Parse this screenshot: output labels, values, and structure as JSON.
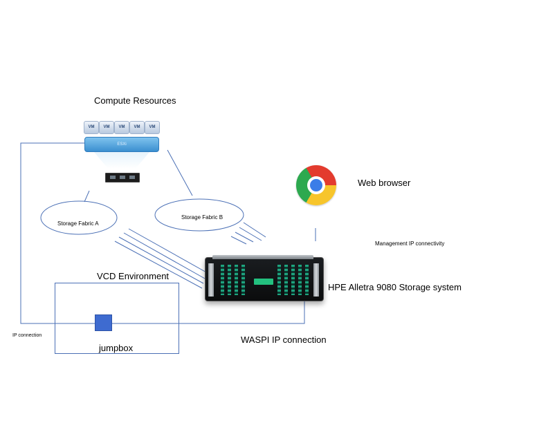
{
  "compute": {
    "title": "Compute Resources",
    "vms": [
      "VM",
      "VM",
      "VM",
      "VM",
      "VM"
    ],
    "host_label": "ESXi"
  },
  "fabrics": {
    "a": "Storage Fabric A",
    "b": "Storage Fabric B"
  },
  "browser": {
    "label": "Web browser",
    "icon": "chrome-icon"
  },
  "management": {
    "label": "Management IP connectivity"
  },
  "storage_system": {
    "label": "HPE Alletra 9080 Storage system"
  },
  "vcd": {
    "title": "VCD Environment",
    "jumpbox_label": "jumpbox"
  },
  "connections": {
    "ip": "IP connection",
    "waspi": "WASPI IP connection"
  },
  "colors": {
    "line": "#4a6fb5",
    "jumpbox": "#3e6bd0",
    "esx": "#3b8fd0"
  }
}
